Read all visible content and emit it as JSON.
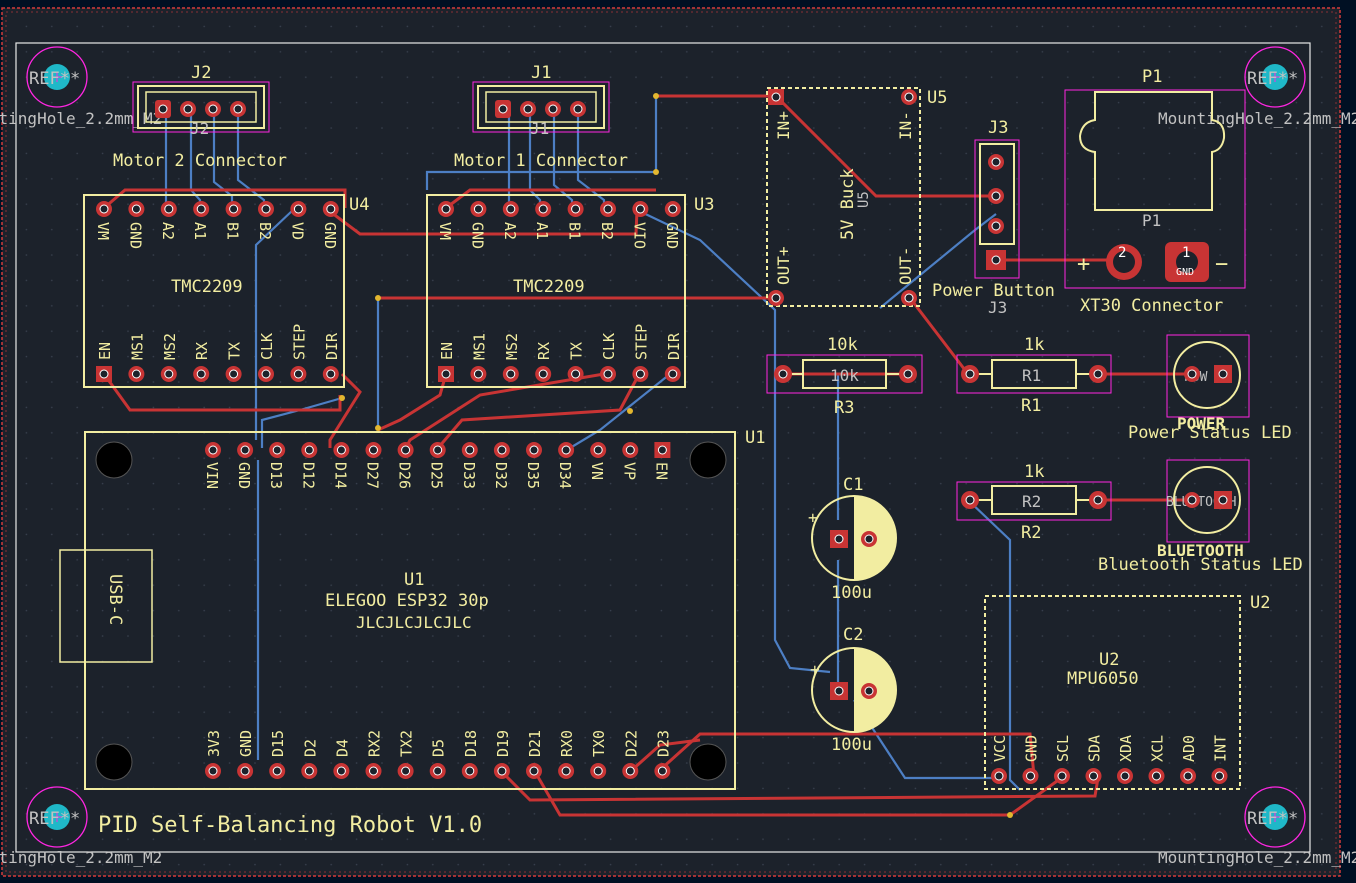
{
  "board": {
    "title": "PID Self-Balancing Robot V1.0",
    "colors": {
      "background": "#001023",
      "board_fill": "#1c222b",
      "edge_cuts": "#d23a3a",
      "silkscreen": "#f2eda1",
      "courtyard": "#ff26e2",
      "fab": "#c2c2c2",
      "front_copper": "#c83434",
      "back_copper": "#4d7fc4",
      "pad_ring": "#c83434",
      "via_drill": "#e3b72f",
      "hole": "#1fb8c8"
    }
  },
  "mounting_holes": {
    "ref": "REF**",
    "value": "MountingHole_2.2mm_M2"
  },
  "components": {
    "j2": {
      "ref": "J2",
      "value": "Motor 2 Connector",
      "fab_ref": "J2"
    },
    "j1": {
      "ref": "J1",
      "value": "Motor 1 Connector",
      "fab_ref": "J1"
    },
    "u4": {
      "ref": "U4",
      "value": "TMC2209",
      "pins_top": [
        "VM",
        "GND",
        "A2",
        "A1",
        "B1",
        "B2",
        "VD",
        "GND"
      ],
      "pins_bottom": [
        "EN",
        "MS1",
        "MS2",
        "RX",
        "TX",
        "CLK",
        "STEP",
        "DIR"
      ]
    },
    "u3": {
      "ref": "U3",
      "value": "TMC2209",
      "pins_top": [
        "VM",
        "GND",
        "A2",
        "A1",
        "B1",
        "B2",
        "VIO",
        "GND"
      ],
      "pins_bottom": [
        "EN",
        "MS1",
        "MS2",
        "RX",
        "TX",
        "CLK",
        "STEP",
        "DIR"
      ]
    },
    "u5": {
      "ref": "U5",
      "value": "5V Buck",
      "fab_ref": "U5",
      "pins": [
        "IN+",
        "IN-",
        "OUT+",
        "OUT-"
      ]
    },
    "j3": {
      "ref": "J3",
      "value": "Power Button",
      "fab_ref": "J3"
    },
    "p1": {
      "ref": "P1",
      "value": "XT30 Connector",
      "fab_ref": "P1",
      "pad_labels": [
        "2",
        "1"
      ],
      "pad1_net": "GND",
      "plus": "+",
      "minus": "−"
    },
    "r3": {
      "ref": "R3",
      "value": "10k",
      "fab_value": "10k"
    },
    "r1": {
      "ref": "R1",
      "value": "1k",
      "fab_ref": "R1"
    },
    "r2": {
      "ref": "R2",
      "value": "1k",
      "fab_ref": "R2"
    },
    "power_led": {
      "label": "POWER",
      "value": "Power Status LED",
      "fab": "POW"
    },
    "bt_led": {
      "label": "BLUETOOTH",
      "value": "Bluetooth Status LED",
      "fab": "BLUETOOTH"
    },
    "c1": {
      "ref": "C1",
      "value": "100u",
      "plus": "+"
    },
    "c2": {
      "ref": "C2",
      "value": "100u",
      "plus": "+"
    },
    "u1": {
      "ref": "U1",
      "value": "ELEGOO ESP32 30p",
      "extra": "JLCJLCJLCJLC",
      "usb": "USB-C",
      "pins_top": [
        "VIN",
        "GND",
        "D13",
        "D12",
        "D14",
        "D27",
        "D26",
        "D25",
        "D33",
        "D32",
        "D35",
        "D34",
        "VN",
        "VP",
        "EN"
      ],
      "pins_bottom": [
        "3V3",
        "GND",
        "D15",
        "D2",
        "D4",
        "RX2",
        "TX2",
        "D5",
        "D18",
        "D19",
        "D21",
        "RX0",
        "TX0",
        "D22",
        "D23"
      ]
    },
    "u2": {
      "ref": "U2",
      "value": "MPU6050",
      "pins": [
        "VCC",
        "GND",
        "SCL",
        "SDA",
        "XDA",
        "XCL",
        "AD0",
        "INT"
      ]
    }
  }
}
